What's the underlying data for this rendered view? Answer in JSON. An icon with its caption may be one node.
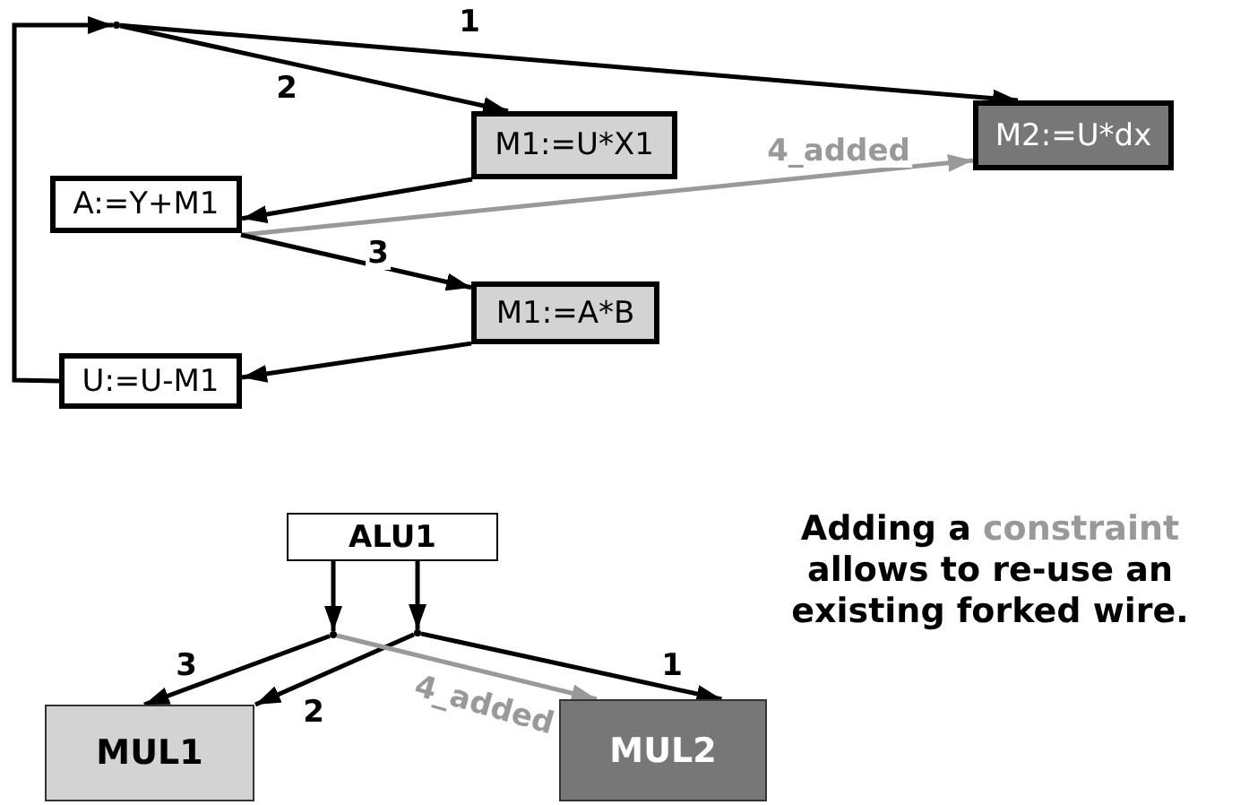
{
  "diagram": {
    "nodes": [
      {
        "text": [],
        "shape": "point"
      },
      {
        "text": [
          "M1:=U*X1"
        ]
      },
      {
        "text": [
          "M2:=U*dx"
        ]
      },
      {
        "text": [
          "A:=Y+M1"
        ]
      },
      {
        "text": [
          "M1:=A*B"
        ]
      },
      {
        "text": [
          "U:=U-M1"
        ]
      },
      {
        "text": [
          "ALU1"
        ]
      },
      {
        "text": [],
        "shape": "point"
      },
      {
        "text": [],
        "shape": "point"
      },
      {
        "text": [
          "MUL1"
        ]
      },
      {
        "text": [
          "MUL2"
        ]
      }
    ],
    "edges": [
      {
        "from": 0,
        "to": 2,
        "arrow": "to",
        "label": "1"
      },
      {
        "from": 0,
        "to": 1,
        "arrow": "to",
        "label": "2"
      },
      {
        "from": 1,
        "to": 3,
        "arrow": "to"
      },
      {
        "from": 3,
        "to": 2,
        "arrow": "to",
        "label": "4_added",
        "color": "#999999"
      },
      {
        "from": 3,
        "to": 4,
        "arrow": "to",
        "label": "3"
      },
      {
        "from": 4,
        "to": 5,
        "arrow": "to"
      },
      {
        "from": 5,
        "to": 0,
        "arrow": "to"
      },
      {
        "from": 6,
        "to": 7,
        "arrow": "to"
      },
      {
        "from": 6,
        "to": 8,
        "arrow": "to"
      },
      {
        "from": 7,
        "to": 9,
        "arrow": "to",
        "label": "3"
      },
      {
        "from": 8,
        "to": 9,
        "arrow": "to",
        "label": "2"
      },
      {
        "from": 8,
        "to": 10,
        "arrow": "to",
        "label": "1"
      },
      {
        "from": 7,
        "to": 10,
        "arrow": "to",
        "label": "4_added",
        "color": "#999999"
      }
    ],
    "labels": [
      "Adding a *constraint* allows to re-use an existing forked wire."
    ]
  }
}
